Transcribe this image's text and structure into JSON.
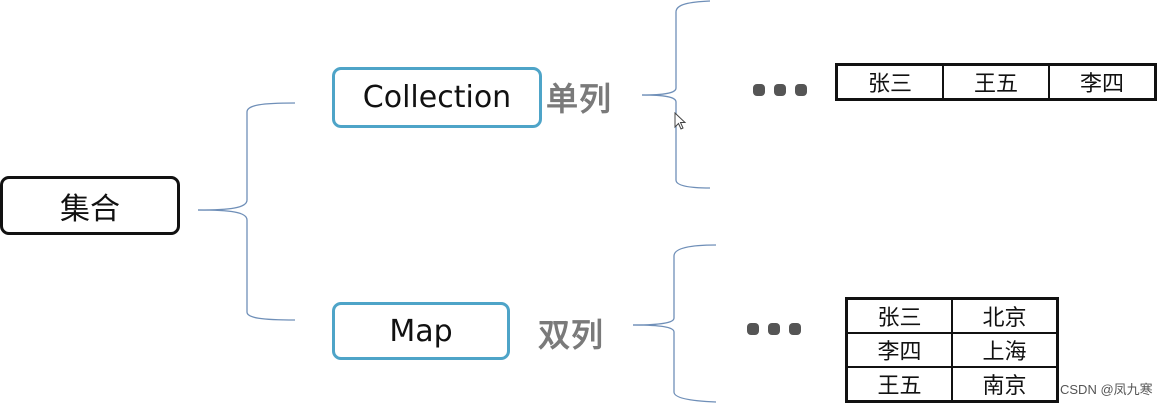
{
  "root": {
    "label": "集合"
  },
  "branches": [
    {
      "label": "Collection",
      "tag": "单列",
      "example": {
        "type": "single-column",
        "rows": [
          [
            "张三",
            "王五",
            "李四"
          ]
        ]
      }
    },
    {
      "label": "Map",
      "tag": "双列",
      "example": {
        "type": "double-column",
        "rows": [
          [
            "张三",
            "北京"
          ],
          [
            "李四",
            "上海"
          ],
          [
            "王五",
            "南京"
          ]
        ]
      }
    }
  ],
  "ellipsis_icon": "more-dots",
  "colors": {
    "root_border": "#111111",
    "child_border": "#4ea4c8",
    "tag_text": "#7a7a7a",
    "connector": "#6f8fb8"
  },
  "watermark": "CSDN @凤九寒"
}
